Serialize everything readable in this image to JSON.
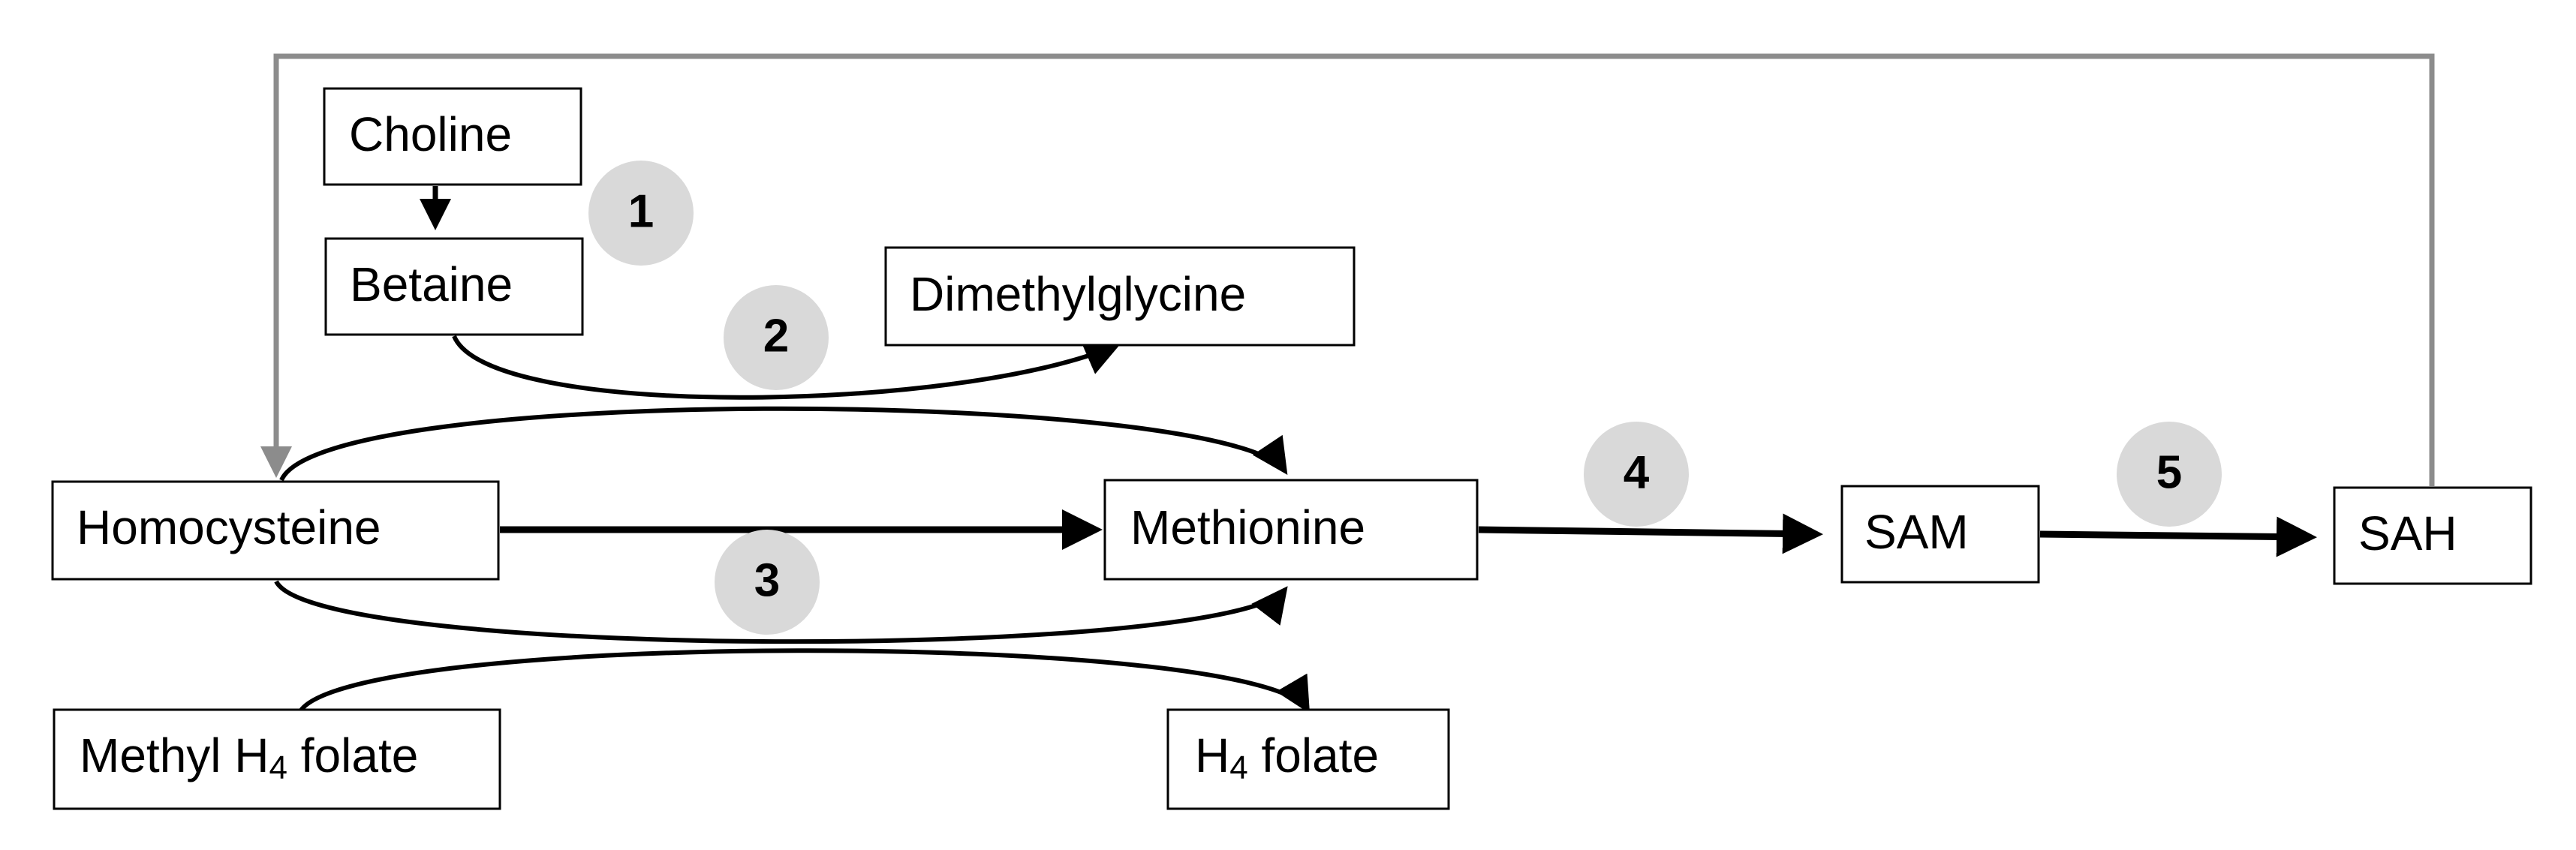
{
  "nodes": {
    "choline": "Choline",
    "betaine": "Betaine",
    "dimethylglycine": "Dimethylglycine",
    "homocysteine": "Homocysteine",
    "methionine": "Methionine",
    "sam": "SAM",
    "sah": "SAH",
    "methyl_h4_folate": {
      "prefix": "Methyl H",
      "subscript": "4",
      "suffix": " folate"
    },
    "h4_folate": {
      "prefix": "H",
      "subscript": "4",
      "suffix": " folate"
    }
  },
  "steps": [
    "1",
    "2",
    "3",
    "4",
    "5"
  ],
  "colors": {
    "badge_fill": "#d9d9d9",
    "recycle_arrow": "#8c8c8c",
    "arrow": "#000000"
  }
}
